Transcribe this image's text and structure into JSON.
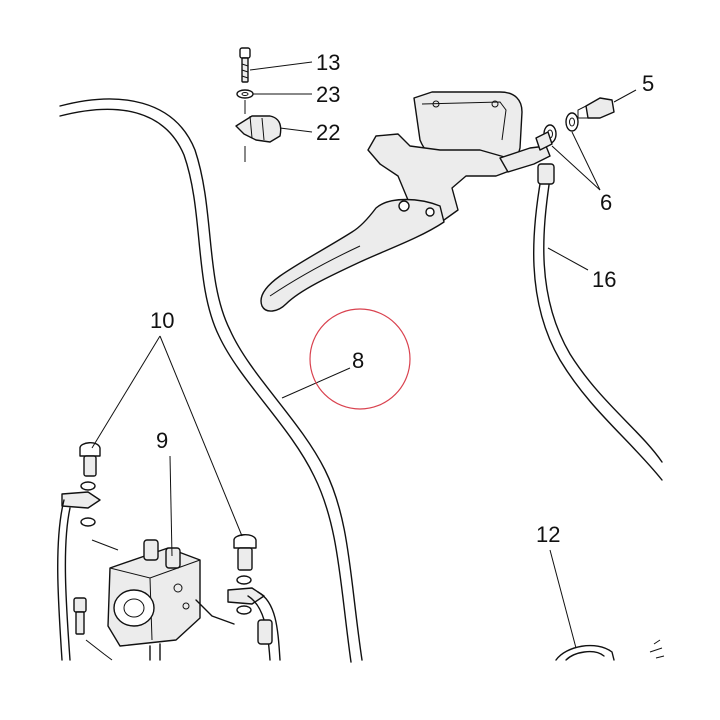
{
  "diagram": {
    "labels": {
      "part_13": "13",
      "part_23": "23",
      "part_22": "22",
      "part_5": "5",
      "part_6": "6",
      "part_16": "16",
      "part_10": "10",
      "part_8": "8",
      "part_9": "9",
      "part_12": "12"
    },
    "highlight_color": "#d9424f",
    "line_color": "#111111"
  }
}
